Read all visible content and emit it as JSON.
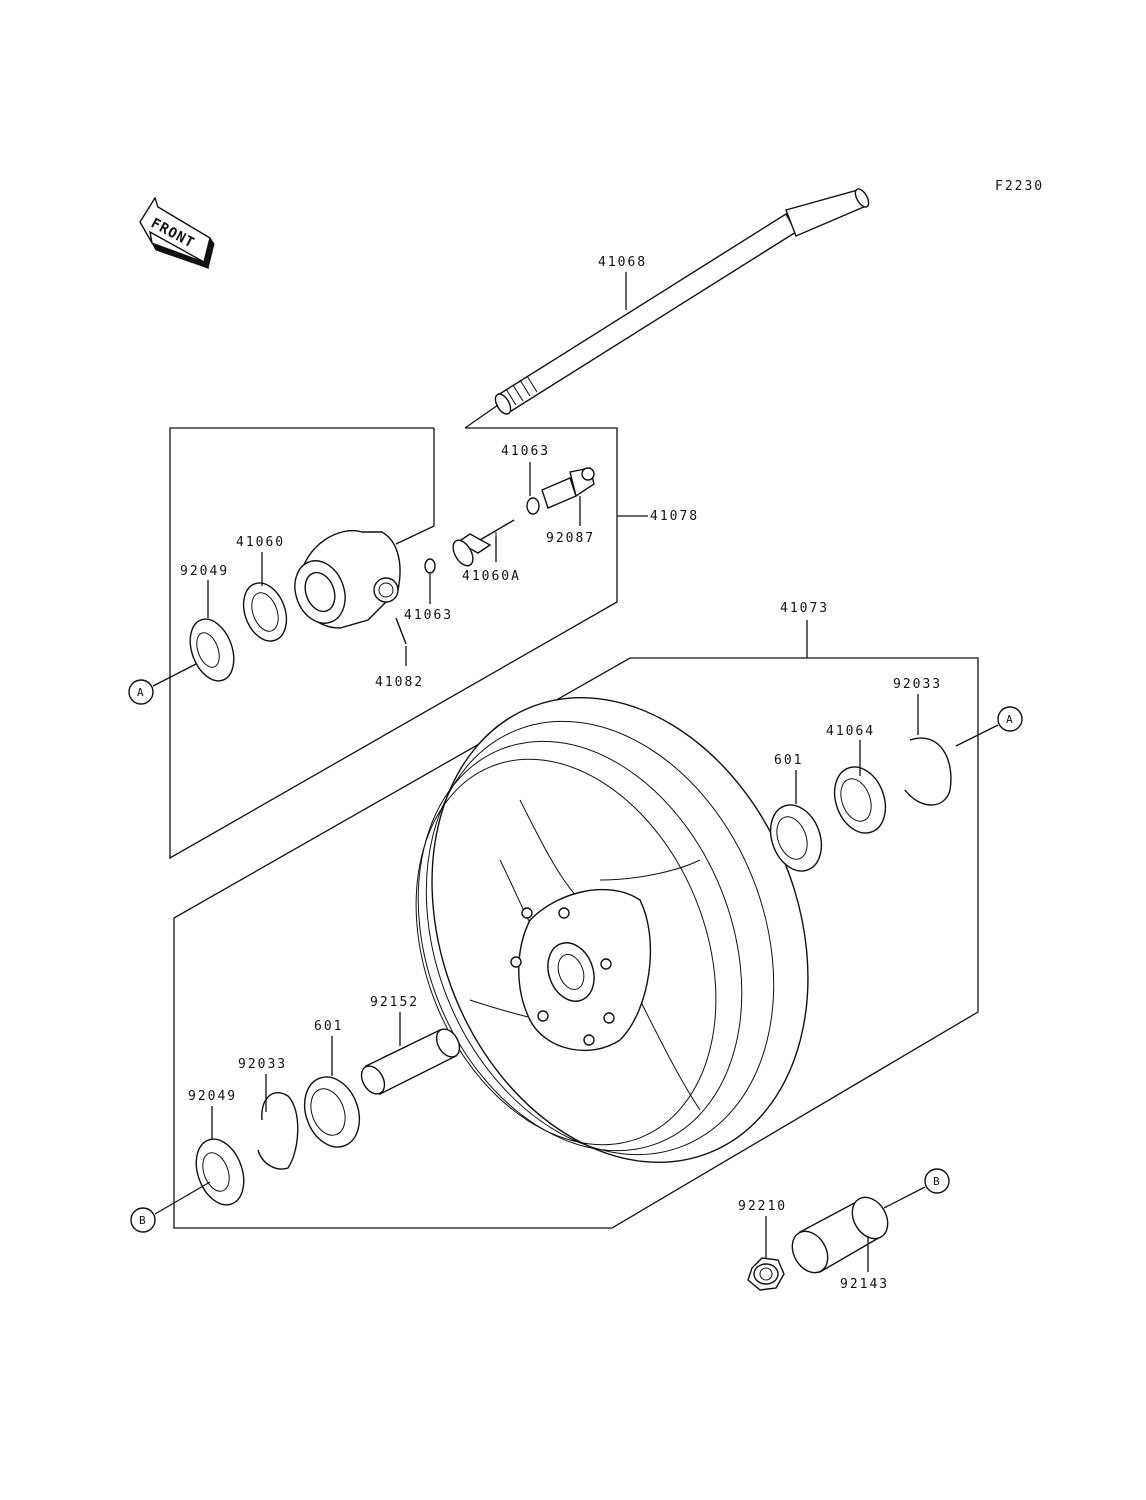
{
  "figure_code": "F2230",
  "front_label": "FRONT",
  "callout_a": "A",
  "callout_b": "B",
  "part_numbers": {
    "axle": "41068",
    "gear_housing_group": "41078",
    "washer_top": "41063",
    "drive_shaft": "92087",
    "gear": "41060A",
    "washer_mid": "41063",
    "pin": "41082",
    "meter_gear_ring": "41060",
    "oil_seal_left": "92049",
    "wheel_assembly": "41073",
    "circlip_right": "92033",
    "gear_retainer": "41064",
    "bearing_right": "601",
    "distance_collar": "92152",
    "bearing_left": "601",
    "circlip_left": "92033",
    "oil_seal_lower": "92049",
    "nut": "92210",
    "collar": "92143"
  }
}
